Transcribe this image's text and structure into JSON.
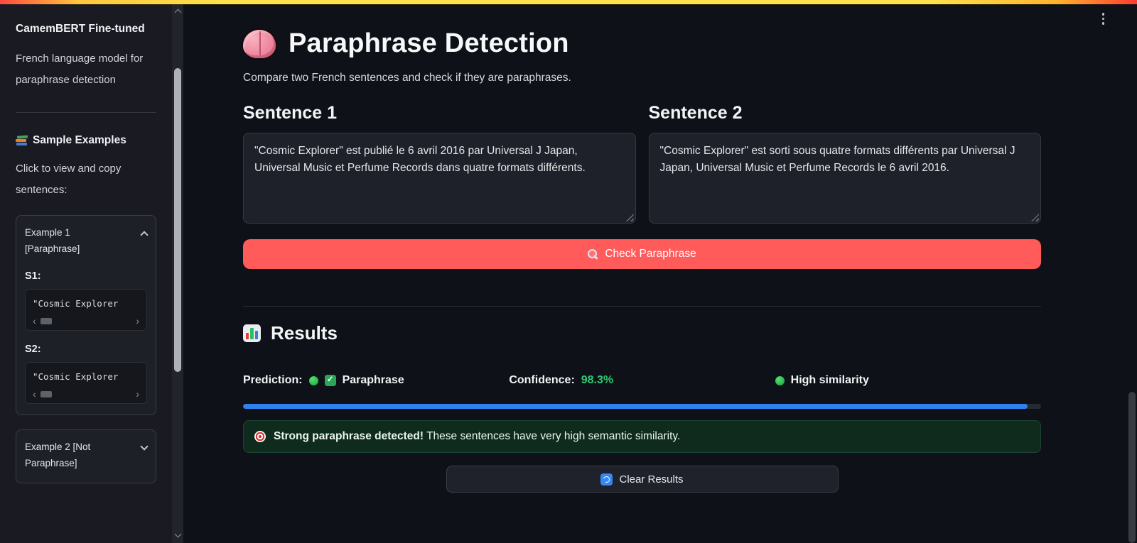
{
  "window": {
    "menu_icon": "kebab-menu-icon"
  },
  "colors": {
    "accent_red": "#ff5b5b",
    "progress_blue": "#2f81ed",
    "success_green": "#2ecc71",
    "alert_background": "#0f2b1e",
    "top_bar_gradient": [
      "#ff4b3e",
      "#ffe14d",
      "#ff3b30"
    ]
  },
  "sidebar": {
    "title": "CamemBERT Fine-tuned",
    "description": "French language model for paraphrase detection",
    "samples_header": "Sample Examples",
    "samples_header_icon": "books-icon",
    "samples_hint": "Click to view and copy sentences:",
    "examples": [
      {
        "label": "Example 1 [Paraphrase]",
        "expanded": true,
        "s1_label": "S1:",
        "s1_code": "\"Cosmic Explorer",
        "s2_label": "S2:",
        "s2_code": "\"Cosmic Explorer"
      },
      {
        "label": "Example 2 [Not Paraphrase]",
        "expanded": false
      }
    ]
  },
  "main": {
    "header": {
      "icon": "brain-icon",
      "title": "Paraphrase Detection",
      "subtitle": "Compare two French sentences and check if they are paraphrases."
    },
    "sentence1": {
      "label": "Sentence 1",
      "value": "\"Cosmic Explorer\" est publié le 6 avril 2016 par Universal J Japan, Universal Music et Perfume Records dans quatre formats différents."
    },
    "sentence2": {
      "label": "Sentence 2",
      "value": "\"Cosmic Explorer\" est sorti sous quatre formats différents par Universal J Japan, Universal Music et Perfume Records le 6 avril 2016."
    },
    "check_button_label": "Check Paraphrase",
    "check_button_icon": "search-icon",
    "results": {
      "header": "Results",
      "header_icon": "bar-chart-icon",
      "prediction_label": "Prediction:",
      "prediction_icons": [
        "green-circle-icon",
        "check-mark-icon"
      ],
      "prediction_value": "Paraphrase",
      "confidence_label": "Confidence:",
      "confidence_value": "98.3%",
      "progress_percent": 98.3,
      "similarity_icon": "green-circle-icon",
      "similarity_label": "High similarity",
      "alert_icon": "target-icon",
      "alert_bold": "Strong paraphrase detected!",
      "alert_text": "These sentences have very high semantic similarity."
    },
    "clear_button_label": "Clear Results",
    "clear_button_icon": "refresh-icon"
  }
}
